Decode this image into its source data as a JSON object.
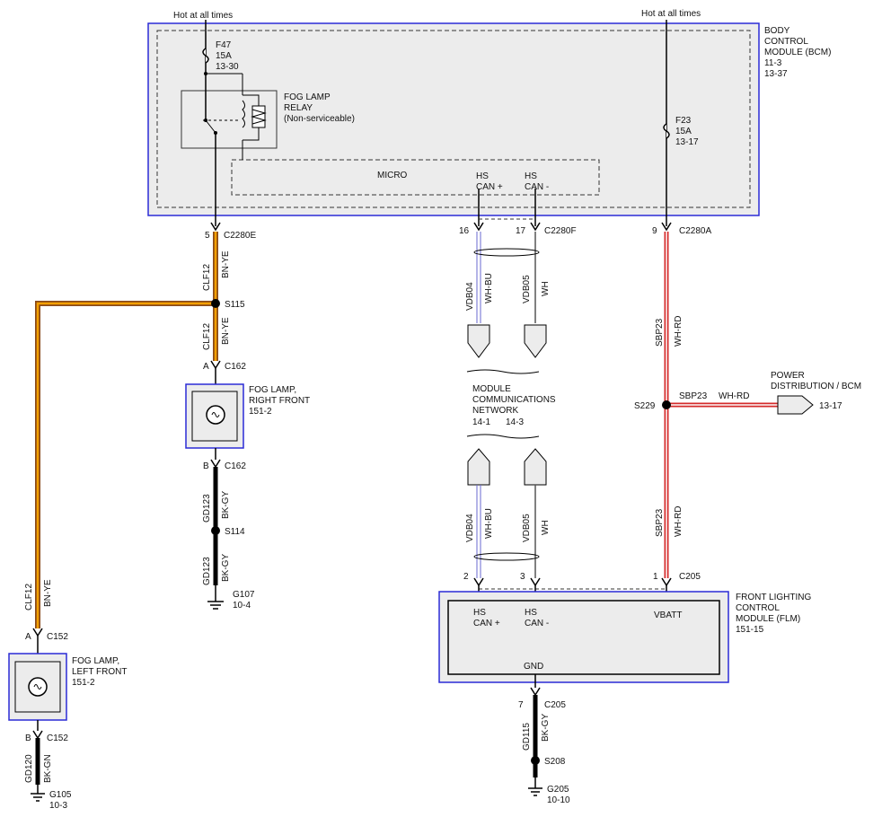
{
  "colors": {
    "module_border": "#2b2bd6",
    "module_fill": "#ececec",
    "wire_bn_ye_brown": "#8a4a1a",
    "wire_bn_ye_yellow": "#f4a000",
    "wire_wh_rd_red": "#d42b2b",
    "wire_can": "#6a6ad0",
    "wire_black": "#000000"
  },
  "labels": {
    "hot1": "Hot at all times",
    "hot2": "Hot at all times",
    "bcm": [
      "BODY",
      "CONTROL",
      "MODULE (BCM)",
      "11-3",
      "13-37"
    ],
    "f47": [
      "F47",
      "15A",
      "13-30"
    ],
    "relay": [
      "FOG LAMP",
      "RELAY",
      "(Non-serviceable)"
    ],
    "f23": [
      "F23",
      "15A",
      "13-17"
    ],
    "micro": "MICRO",
    "bcm_hs_plus": [
      "HS",
      "CAN +"
    ],
    "bcm_hs_minus": [
      "HS",
      "CAN -"
    ],
    "pin5": "5",
    "c2280e": "C2280E",
    "pin16": "16",
    "pin17": "17",
    "c2280f": "C2280F",
    "pin9": "9",
    "c2280a": "C2280A",
    "clf12_a": "CLF12",
    "bnye_a": "BN-YE",
    "s115": "S115",
    "clf12_b": "CLF12",
    "bnye_b": "BN-YE",
    "a_c162": "A",
    "c162_top": "C162",
    "fog_right": [
      "FOG LAMP,",
      "RIGHT FRONT",
      "151-2"
    ],
    "b_c162": "B",
    "c162_bot": "C162",
    "gd123_a": "GD123",
    "bkgy_a": "BK-GY",
    "s114": "S114",
    "gd123_b": "GD123",
    "bkgy_b": "BK-GY",
    "g107": [
      "G107",
      "10-4"
    ],
    "clf12_c": "CLF12",
    "bnye_c": "BN-YE",
    "a_c152": "A",
    "c152_top": "C152",
    "fog_left": [
      "FOG LAMP,",
      "LEFT FRONT",
      "151-2"
    ],
    "b_c152": "B",
    "c152_bot": "C152",
    "gd120": "GD120",
    "bkgn": "BK-GN",
    "g105": [
      "G105",
      "10-3"
    ],
    "vdb04_a": "VDB04",
    "whbu_a": "WH-BU",
    "vdb05_a": "VDB05",
    "wh_a": "WH",
    "mcn": [
      "MODULE",
      "COMMUNICATIONS",
      "NETWORK"
    ],
    "mcn_ref1": "14-1",
    "mcn_ref2": "14-3",
    "vdb04_b": "VDB04",
    "whbu_b": "WH-BU",
    "vdb05_b": "VDB05",
    "wh_b": "WH",
    "pin2": "2",
    "pin3": "3",
    "pin1": "1",
    "c205_top": "C205",
    "sbp23_a": "SBP23",
    "whrd_a": "WH-RD",
    "power_dist": [
      "POWER",
      "DISTRIBUTION / BCM"
    ],
    "s229": "S229",
    "sbp23_h": "SBP23",
    "whrd_h": "WH-RD",
    "ref1317": "13-17",
    "sbp23_b": "SBP23",
    "whrd_b": "WH-RD",
    "flm": [
      "FRONT LIGHTING",
      "CONTROL",
      "MODULE (FLM)",
      "151-15"
    ],
    "flm_hs_plus": [
      "HS",
      "CAN +"
    ],
    "flm_hs_minus": [
      "HS",
      "CAN -"
    ],
    "vbatt": "VBATT",
    "gnd": "GND",
    "pin7": "7",
    "c205_bot": "C205",
    "gd115": "GD115",
    "bkgy_c": "BK-GY",
    "s208": "S208",
    "g205": [
      "G205",
      "10-10"
    ]
  }
}
